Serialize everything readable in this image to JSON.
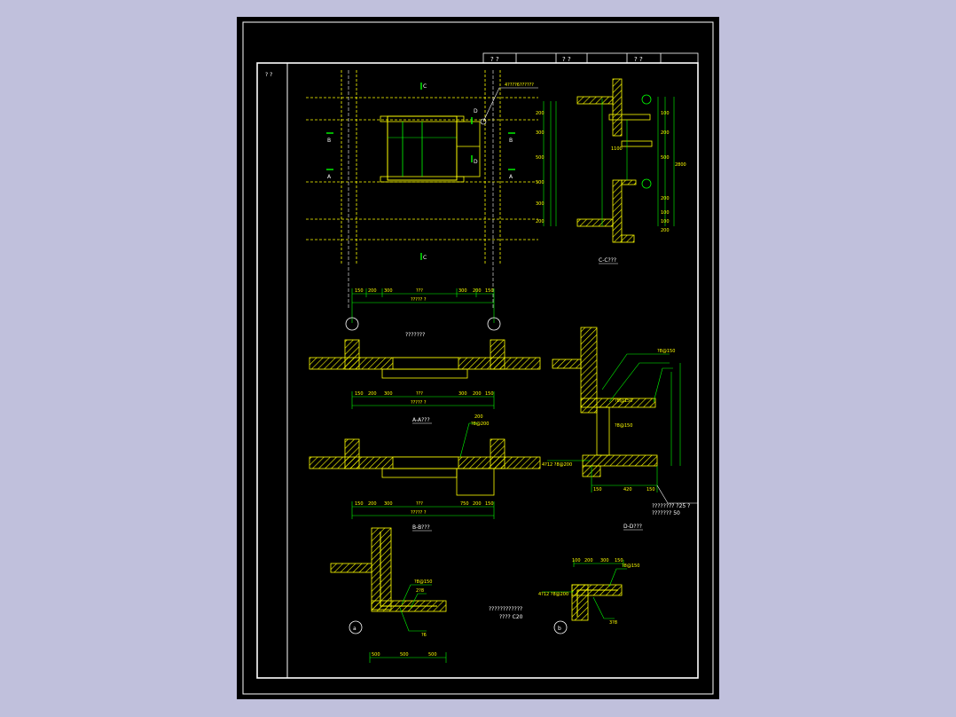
{
  "titleblock": {
    "cell1": "? ?",
    "cell2": "? ?",
    "cell3": "? ?"
  },
  "margin_note": "? ?",
  "plan": {
    "title": "???????",
    "marks": {
      "C": "C",
      "D": "D",
      "B": "B",
      "A": "A"
    },
    "callout": "4????6??????",
    "dims_top": [
      "150",
      "200",
      "300",
      "???",
      "300",
      "200",
      "150"
    ],
    "dims_sub": "????? ?"
  },
  "section_c": {
    "title": "C-C???",
    "dims_left": [
      "200",
      "300",
      "500",
      "500",
      "300",
      "200"
    ],
    "dims_right": [
      "100",
      "200",
      "500",
      "1100",
      "200",
      "100",
      "100",
      "200"
    ],
    "total": "2800"
  },
  "section_a": {
    "title": "A-A???",
    "dims": [
      "150",
      "200",
      "300",
      "???",
      "300",
      "200",
      "150"
    ],
    "sub": "????? ?"
  },
  "section_b": {
    "title": "B-B???",
    "dims": [
      "150",
      "200",
      "300",
      "???",
      "750",
      "200",
      "150"
    ],
    "sub": "????? ?",
    "callout": [
      "200",
      "?8@200"
    ]
  },
  "section_d": {
    "title": "D-D???",
    "callouts": [
      "?8@150",
      "?8@150",
      "?8@150",
      "4?12 ?8@200"
    ],
    "dims": [
      "150",
      "420",
      "150"
    ],
    "note": [
      "????????   ?25 ?",
      "???????   50"
    ]
  },
  "detail_a": {
    "label": "a",
    "callouts": [
      "?8@150",
      "2?8",
      "?6"
    ],
    "dims": [
      "500",
      "500",
      "500"
    ]
  },
  "detail_b": {
    "label": "b",
    "callouts": [
      "?8@150",
      "4?12 ?8@200",
      "3?8"
    ],
    "dims": [
      "100",
      "200",
      "300",
      "150"
    ]
  },
  "general_note": [
    "????????????",
    "????  C20"
  ],
  "colors": {
    "background": "#c0c0dc",
    "sheet": "#000000",
    "frame": "#ffffff",
    "concrete": "#ffff00",
    "dimension": "#00ff00",
    "text": "#ffffff",
    "leader": "#00ff00"
  }
}
